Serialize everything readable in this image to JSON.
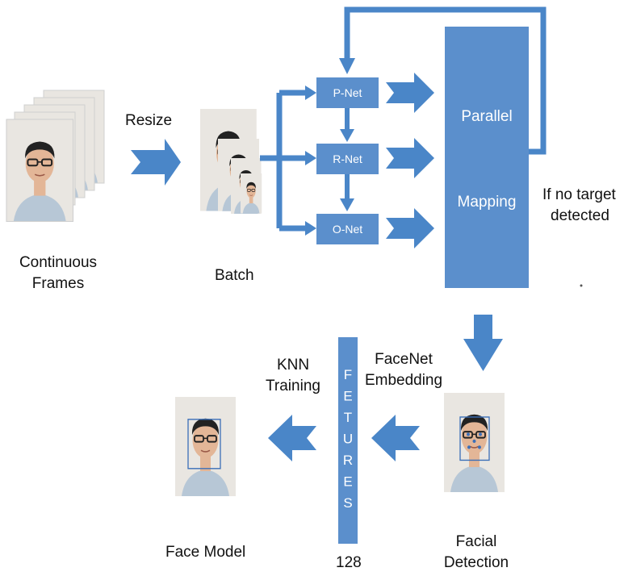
{
  "colors": {
    "block": "#5b8fcc",
    "arrow": "#4a86c8",
    "block_text": "#ffffff",
    "text": "#111111",
    "skin": "#e3b697",
    "hair": "#222222",
    "shirt": "#b7c7d6",
    "wall": "#e9e6e1",
    "box": "#3b6fb8"
  },
  "labels": {
    "continuous": [
      "Continuous",
      "Frames"
    ],
    "resize": "Resize",
    "batch": "Batch",
    "pnet": "P-Net",
    "rnet": "R-Net",
    "onet": "O-Net",
    "parallel": "Parallel",
    "mapping": "Mapping",
    "no_target": [
      "If no target",
      "detected"
    ],
    "facenet": [
      "FaceNet",
      "Embedding"
    ],
    "knn": [
      "KNN",
      "Training"
    ],
    "features_letters": [
      "F",
      "E",
      "T",
      "U",
      "R",
      "E",
      "S"
    ],
    "feature_dim": "128",
    "face_model": "Face Model",
    "facial": [
      "Facial",
      "Detection"
    ]
  }
}
